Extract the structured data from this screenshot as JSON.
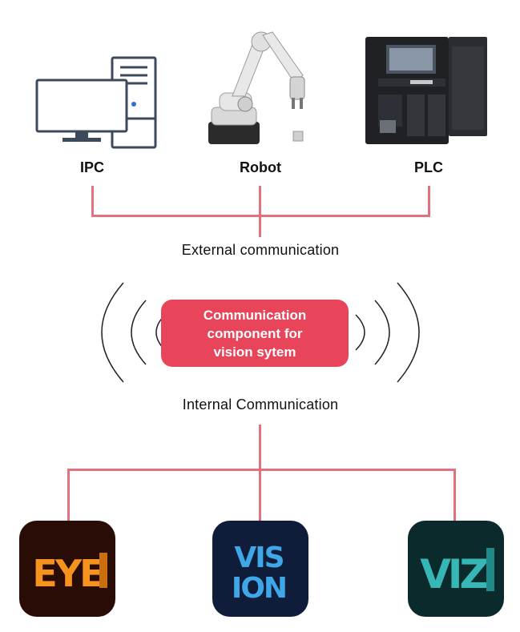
{
  "devices": {
    "ipc_label": "IPC",
    "robot_label": "Robot",
    "plc_label": "PLC"
  },
  "external_label": "External communication",
  "center_box": {
    "line1": "Communication",
    "line2": "component for",
    "line3": "vision sytem"
  },
  "internal_label": "Internal Communication",
  "apps": {
    "eye_text": "EYE",
    "vision_text_top": "VIS",
    "vision_text_bottom": "ION",
    "viz_text": "VIZ"
  },
  "colors": {
    "connector": "#e3707d",
    "center_box": "#e8445a",
    "eye_bg": "#2a0c06",
    "eye_fg": "#f5931e",
    "vision_bg": "#0f1d3a",
    "vision_fg": "#3fa6e8",
    "viz_bg": "#0b2a2c",
    "viz_fg": "#36b7b5"
  },
  "icons": {
    "ipc": "desktop-computer-icon",
    "robot": "robot-arm-icon",
    "plc": "plc-controller-icon"
  }
}
